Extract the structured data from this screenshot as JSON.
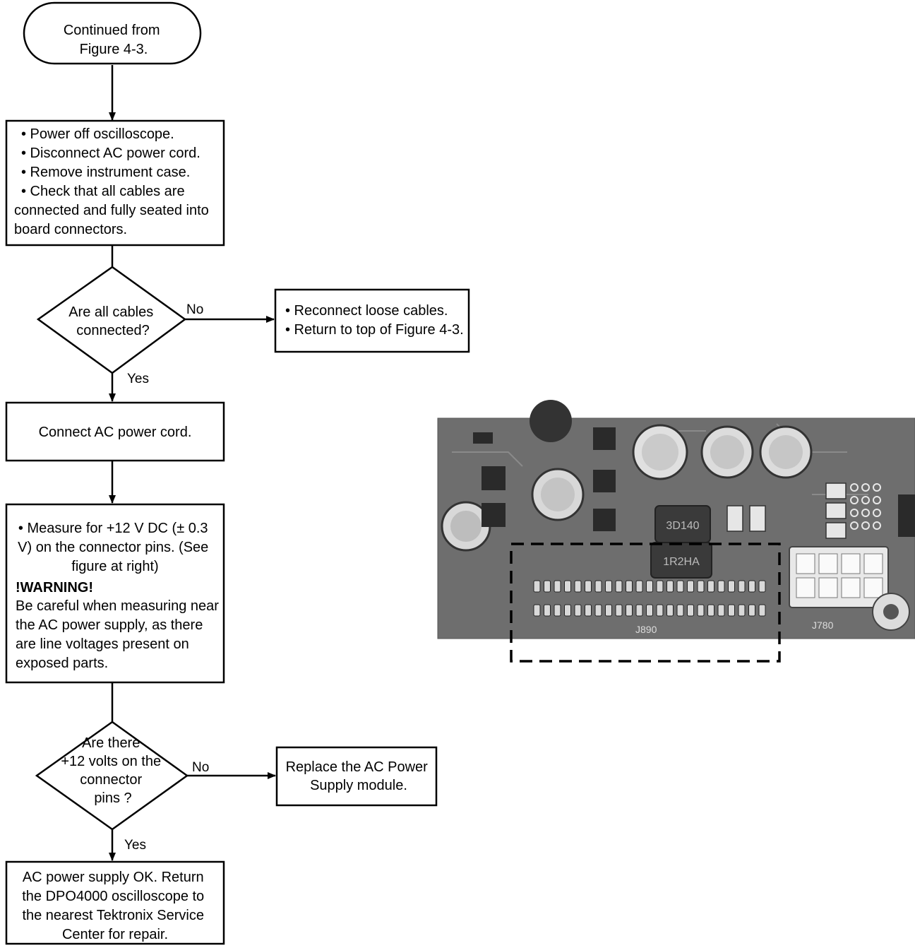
{
  "start_node": {
    "lines": [
      "Continued from",
      "Figure 4-3."
    ]
  },
  "step1": {
    "lines": [
      "• Power off oscilloscope.",
      "• Disconnect AC power cord.",
      "• Remove instrument case.",
      "• Check that all cables are",
      "connected and fully seated into",
      "board connectors."
    ]
  },
  "decision1": {
    "lines": [
      "Are all cables",
      "connected?"
    ],
    "no_label": "No",
    "yes_label": "Yes"
  },
  "no_action1": {
    "lines": [
      "• Reconnect loose cables.",
      "• Return to top of Figure 4-3."
    ]
  },
  "step2": {
    "lines": [
      "Connect AC power cord."
    ]
  },
  "step3": {
    "lines": [
      "• Measure for +12 V DC (± 0.3",
      "V) on the connector pins. (See",
      "figure at right)"
    ],
    "warning_title": "!WARNING!",
    "warning_lines": [
      "Be careful when measuring near",
      "the AC power supply, as there",
      "are line voltages present on",
      "exposed parts."
    ]
  },
  "decision2": {
    "lines": [
      "Are there",
      "+12 volts on the",
      "connector",
      "pins ?"
    ],
    "no_label": "No",
    "yes_label": "Yes"
  },
  "no_action2": {
    "lines": [
      "Replace the AC Power",
      "Supply module."
    ]
  },
  "end_step": {
    "lines": [
      "AC power supply OK. Return",
      "the DPO4000 oscilloscope to",
      "the nearest Tektronix Service",
      "Center for repair."
    ]
  },
  "photo": {
    "board_labels": [
      "J890",
      "J780",
      "3D140",
      "1R2HA"
    ]
  },
  "colors": {
    "line": "#000000",
    "board": "#6e6e6e",
    "board_dark": "#3a3a3a"
  }
}
